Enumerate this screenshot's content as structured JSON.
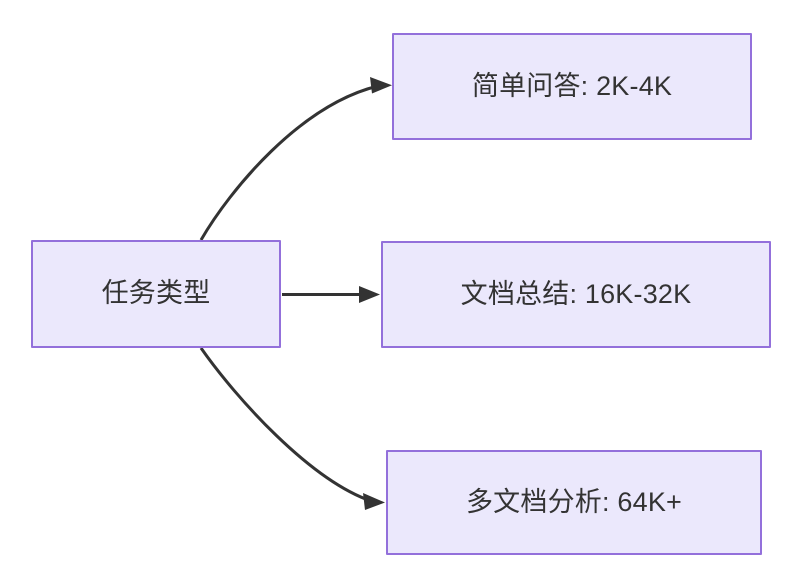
{
  "diagram": {
    "type": "flowchart",
    "direction": "left-to-right",
    "background_color": "#ffffff",
    "node_fill_color": "#ebe8fc",
    "node_border_color": "#9370db",
    "text_color": "#333333",
    "edge_color": "#333333",
    "nodes": [
      {
        "id": "root",
        "label": "任务类型",
        "role": "source"
      },
      {
        "id": "simple-qa",
        "label": "简单问答: 2K-4K",
        "role": "target"
      },
      {
        "id": "doc-sum",
        "label": "文档总结: 16K-32K",
        "role": "target"
      },
      {
        "id": "multi-doc",
        "label": "多文档分析: 64K+",
        "role": "target"
      }
    ],
    "edges": [
      {
        "id": "edge-root-simple-qa",
        "from": "root",
        "to": "simple-qa",
        "label": "",
        "shape": "curved-up",
        "arrow": "triangle"
      },
      {
        "id": "edge-root-doc-sum",
        "from": "root",
        "to": "doc-sum",
        "label": "",
        "shape": "straight",
        "arrow": "triangle"
      },
      {
        "id": "edge-root-multi-doc",
        "from": "root",
        "to": "multi-doc",
        "label": "",
        "shape": "curved-down",
        "arrow": "triangle"
      }
    ]
  }
}
